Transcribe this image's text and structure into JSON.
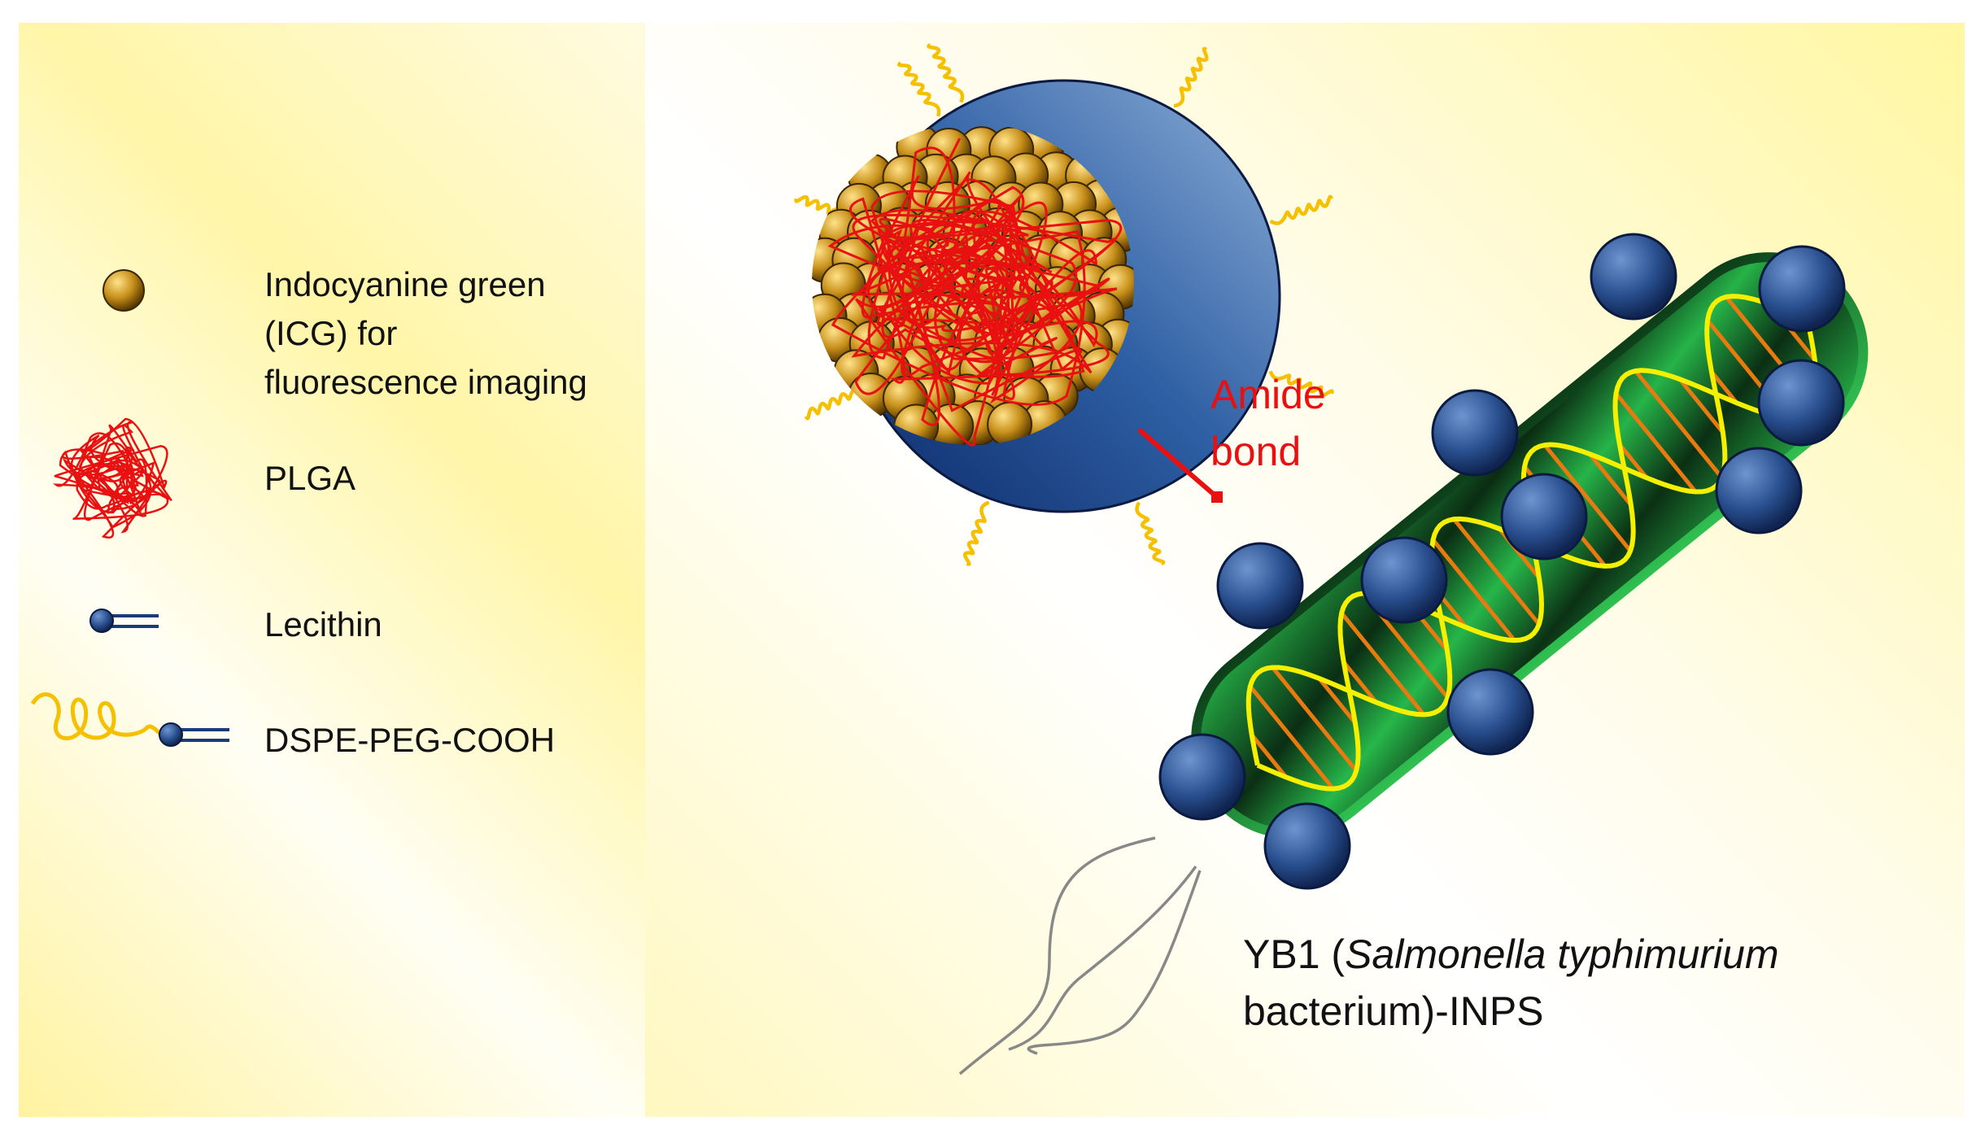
{
  "legend": {
    "items": [
      {
        "icon": "icg-sphere-icon",
        "lines": [
          "Indocyanine green",
          "(ICG) for",
          "fluorescence imaging"
        ]
      },
      {
        "icon": "plga-coil-icon",
        "lines": [
          "PLGA"
        ]
      },
      {
        "icon": "lecithin-icon",
        "lines": [
          "Lecithin"
        ]
      },
      {
        "icon": "dspe-peg-cooh-icon",
        "lines": [
          "DSPE-PEG-COOH"
        ]
      }
    ]
  },
  "annotations": {
    "amide_bond": [
      "Amide",
      "bond"
    ],
    "bacterium_prefix": "YB1 (",
    "bacterium_italic": "Salmonella typhimurium",
    "bacterium_line2": "bacterium)-INPS"
  },
  "colors": {
    "nanoparticle_shell": "#2a5a9a",
    "icg": "#c8901a",
    "plga": "#e81010",
    "peg": "#f5c000",
    "bacterium": "#1a9a3a",
    "dna_backbone": "#f5f000",
    "dna_rung": "#e87a10",
    "amide_label": "#e81010"
  }
}
